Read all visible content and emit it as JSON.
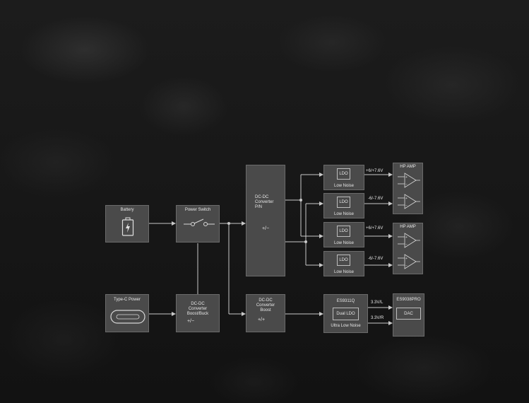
{
  "blocks": {
    "battery": "Battery",
    "power_switch": "Power Switch",
    "type_c": "Type-C Power",
    "dcdc_boost_buck": [
      "DC-DC",
      "Converter",
      "Boost/Buck",
      "+/−"
    ],
    "dcdc_pn": [
      "DC-DC",
      "Converter",
      "P/N",
      "+/−"
    ],
    "dcdc_boost": [
      "DC-DC",
      "Converter",
      "Boost",
      "+/+"
    ],
    "ldo_units": [
      {
        "inner": "LDO",
        "label": "Low Noise",
        "rail": "+6/+7.6V"
      },
      {
        "inner": "LDO",
        "label": "Low Noise",
        "rail": "-6/-7.6V"
      },
      {
        "inner": "LDO",
        "label": "Low Noise",
        "rail": "+6/+7.6V"
      },
      {
        "inner": "LDO",
        "label": "Low Noise",
        "rail": "-6/-7.6V"
      }
    ],
    "hp_amp_1": "HP AMP",
    "hp_amp_2": "HP AMP",
    "es9311q": {
      "title": "ES9311Q",
      "inner": "Dual LDO",
      "label": "Ultra Low Noise"
    },
    "rails_dac": [
      "3.3V/L",
      "3.3V/R"
    ],
    "dac": {
      "title": "ES9038PRO",
      "inner": "DAC"
    }
  },
  "colors": {
    "block_fill": "#4a4a4a",
    "block_border": "#6a6a6a",
    "wire": "#c8c8c8",
    "text": "#e6e6e6"
  }
}
